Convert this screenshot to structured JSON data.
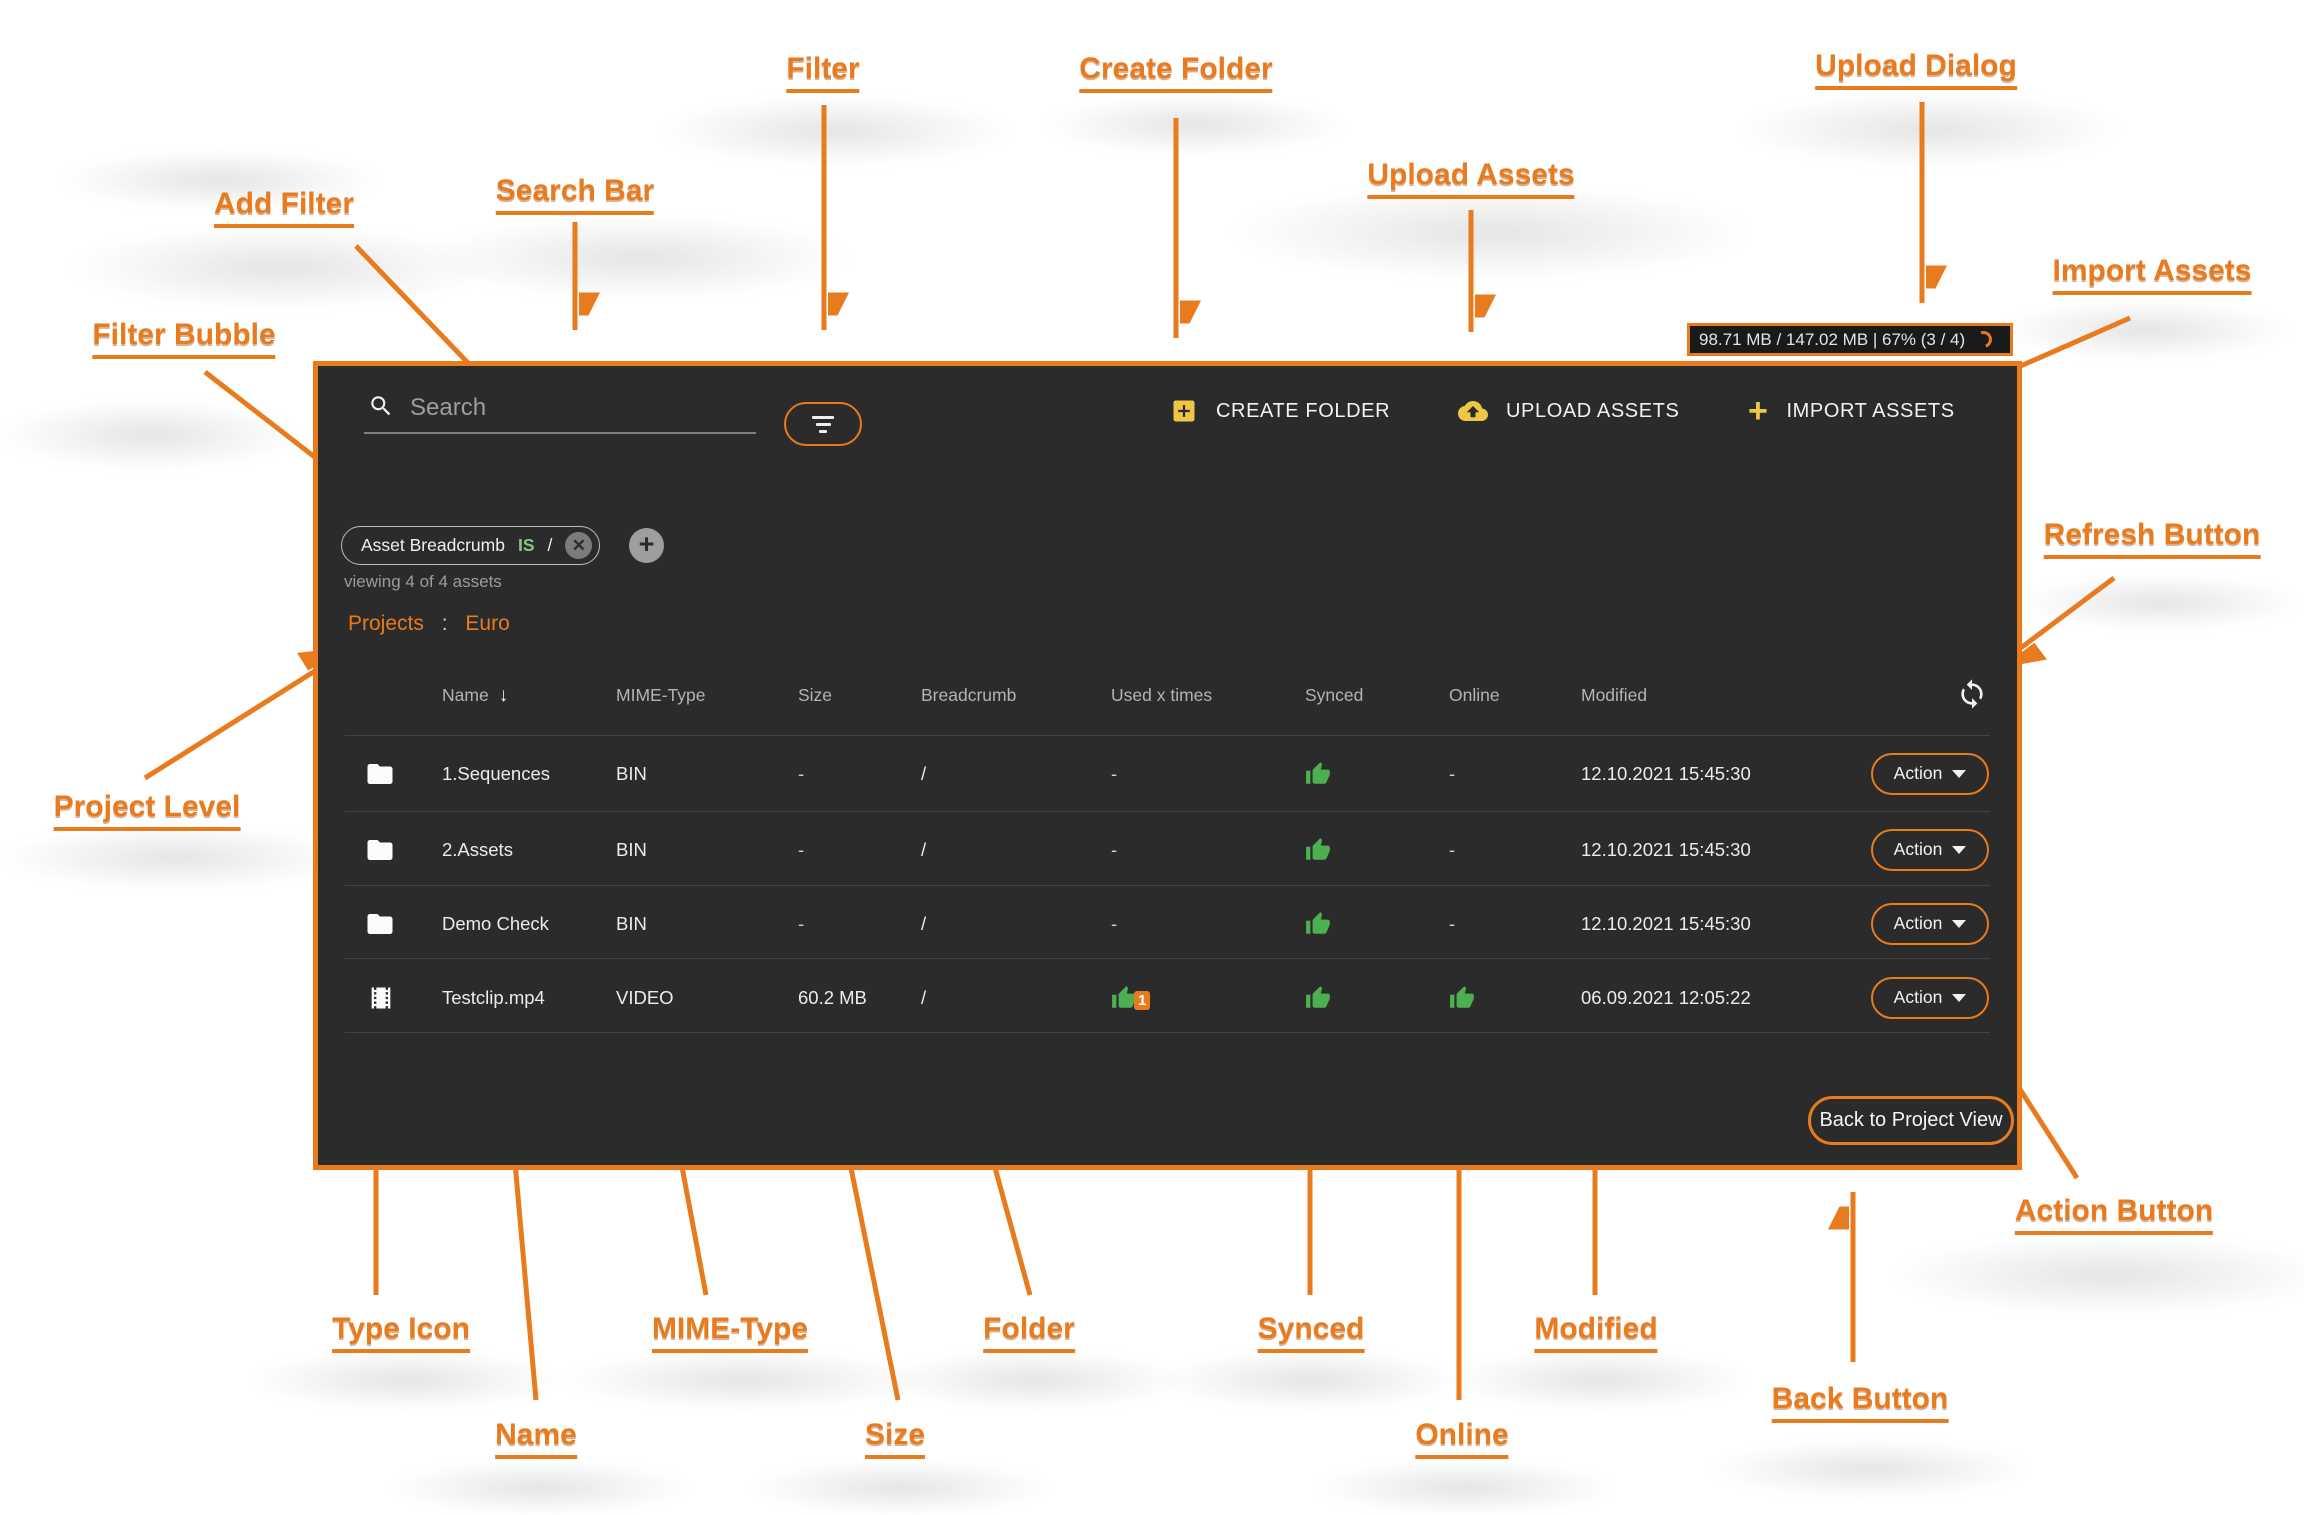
{
  "annotations": {
    "filter": "Filter",
    "create_folder": "Create Folder",
    "upload_dialog": "Upload Dialog",
    "add_filter": "Add Filter",
    "search_bar": "Search Bar",
    "upload_assets": "Upload Assets",
    "import_assets": "Import Assets",
    "filter_bubble": "Filter Bubble",
    "refresh_button": "Refresh Button",
    "project_level": "Project Level",
    "type_icon": "Type Icon",
    "name": "Name",
    "mime_type": "MIME-Type",
    "size": "Size",
    "folder": "Folder",
    "synced": "Synced",
    "online": "Online",
    "modified": "Modified",
    "back_button": "Back Button",
    "action_button": "Action Button"
  },
  "status_badge": {
    "text": "98.71 MB / 147.02 MB | 67% (3 / 4)"
  },
  "toolbar": {
    "search_placeholder": "Search",
    "create_folder_label": "CREATE FOLDER",
    "upload_assets_label": "UPLOAD ASSETS",
    "import_assets_label": "IMPORT ASSETS",
    "import_plus": "+"
  },
  "filter_bar": {
    "bubble_field": "Asset Breadcrumb",
    "bubble_operator": "IS",
    "bubble_value": "/",
    "bubble_close": "✕",
    "add_filter_plus": "+",
    "viewing_text": "viewing 4 of 4 assets"
  },
  "breadcrumb": {
    "root": "Projects",
    "separator": ":",
    "current": "Euro"
  },
  "table": {
    "headers": {
      "name": "Name",
      "sort_arrow": "↓",
      "mime": "MIME-Type",
      "size": "Size",
      "breadcrumb": "Breadcrumb",
      "used": "Used x times",
      "synced": "Synced",
      "online": "Online",
      "modified": "Modified"
    },
    "action_label": "Action",
    "rows": [
      {
        "name": "1.Sequences",
        "mime": "BIN",
        "size": "-",
        "breadcrumb": "/",
        "used": "-",
        "online_text": "-",
        "modified": "12.10.2021 15:45:30"
      },
      {
        "name": "2.Assets",
        "mime": "BIN",
        "size": "-",
        "breadcrumb": "/",
        "used": "-",
        "online_text": "-",
        "modified": "12.10.2021 15:45:30"
      },
      {
        "name": "Demo Check",
        "mime": "BIN",
        "size": "-",
        "breadcrumb": "/",
        "used": "-",
        "online_text": "-",
        "modified": "12.10.2021 15:45:30"
      },
      {
        "name": "Testclip.mp4",
        "mime": "VIDEO",
        "size": "60.2 MB",
        "breadcrumb": "/",
        "used_count": "1",
        "modified": "06.09.2021 12:05:22"
      }
    ]
  },
  "footer": {
    "back_label": "Back to Project View"
  },
  "colors": {
    "accent": "#e87b1e",
    "panel_bg": "#2b2b2b",
    "thumb_green": "#4caf50",
    "icon_yellow": "#eec844",
    "operator_green": "#86c786"
  }
}
